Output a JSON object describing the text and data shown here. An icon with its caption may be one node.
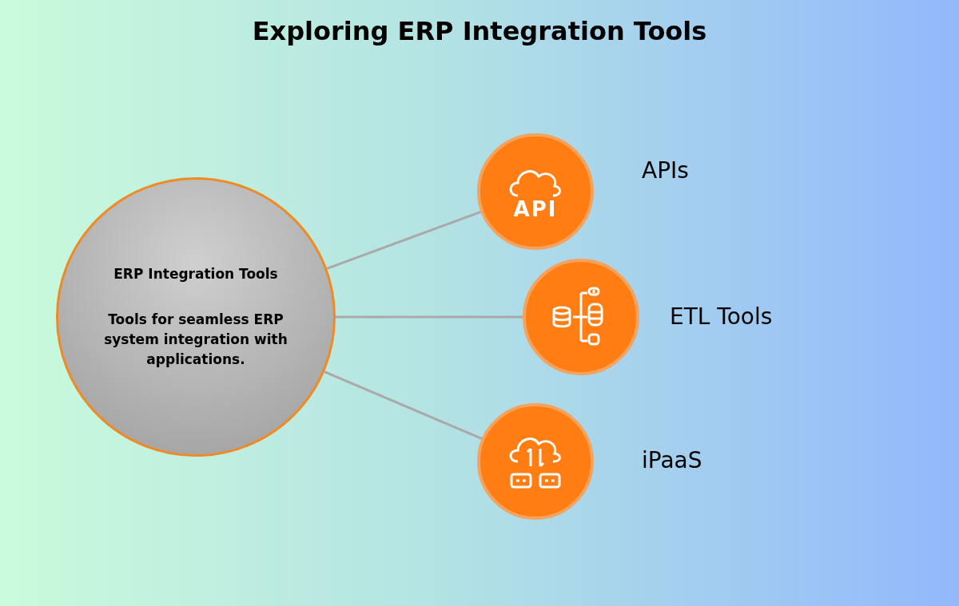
{
  "diagram": {
    "title": "Exploring ERP Integration Tools",
    "nodes": [
      {
        "text": [
          "ERP Integration Tools",
          "Tools for seamless ERP system integration with applications."
        ]
      },
      {
        "text": [
          "API"
        ],
        "beside": [
          "APIs"
        ]
      },
      {
        "text": [],
        "shape": "circle",
        "beside": [
          "ETL Tools"
        ]
      },
      {
        "text": [],
        "shape": "circle",
        "beside": [
          "iPaaS"
        ]
      }
    ],
    "edges": [
      {
        "from": 0,
        "to": 1,
        "arrow": "none"
      },
      {
        "from": 0,
        "to": 2,
        "arrow": "none"
      },
      {
        "from": 0,
        "to": 3,
        "arrow": "none"
      }
    ]
  }
}
